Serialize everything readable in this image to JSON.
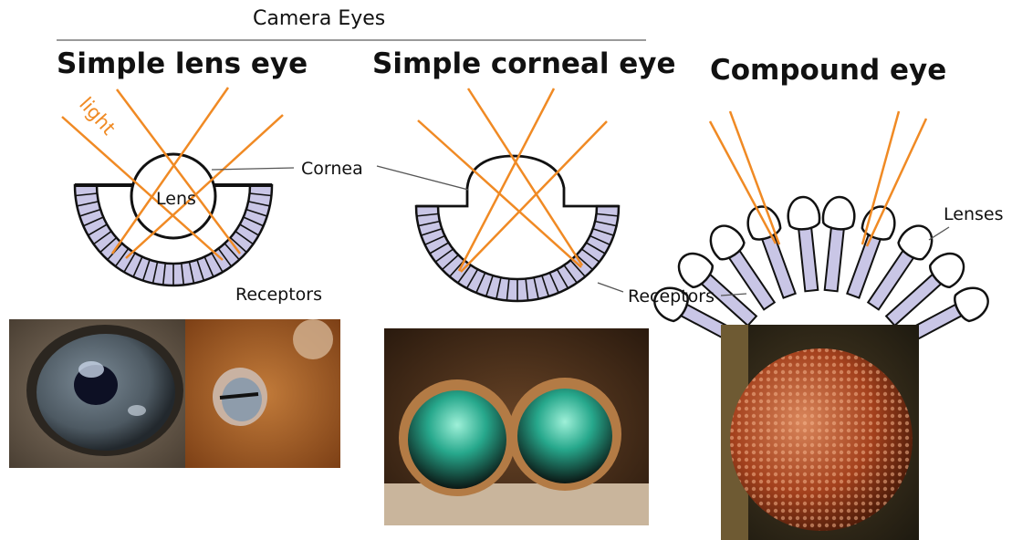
{
  "camera_title": "Camera Eyes",
  "panels": {
    "simple_lens": {
      "title": "Simple lens eye",
      "light": "light",
      "lens": "Lens",
      "receptors": "Receptors"
    },
    "simple_corneal": {
      "title": "Simple corneal eye",
      "cornea": "Cornea",
      "receptors": "Receptors"
    },
    "compound": {
      "title": "Compound eye",
      "lenses": "Lenses"
    }
  },
  "colors": {
    "light_ray": "#f08a24",
    "receptor_fill": "#c9c6e6",
    "outline": "#111111"
  }
}
